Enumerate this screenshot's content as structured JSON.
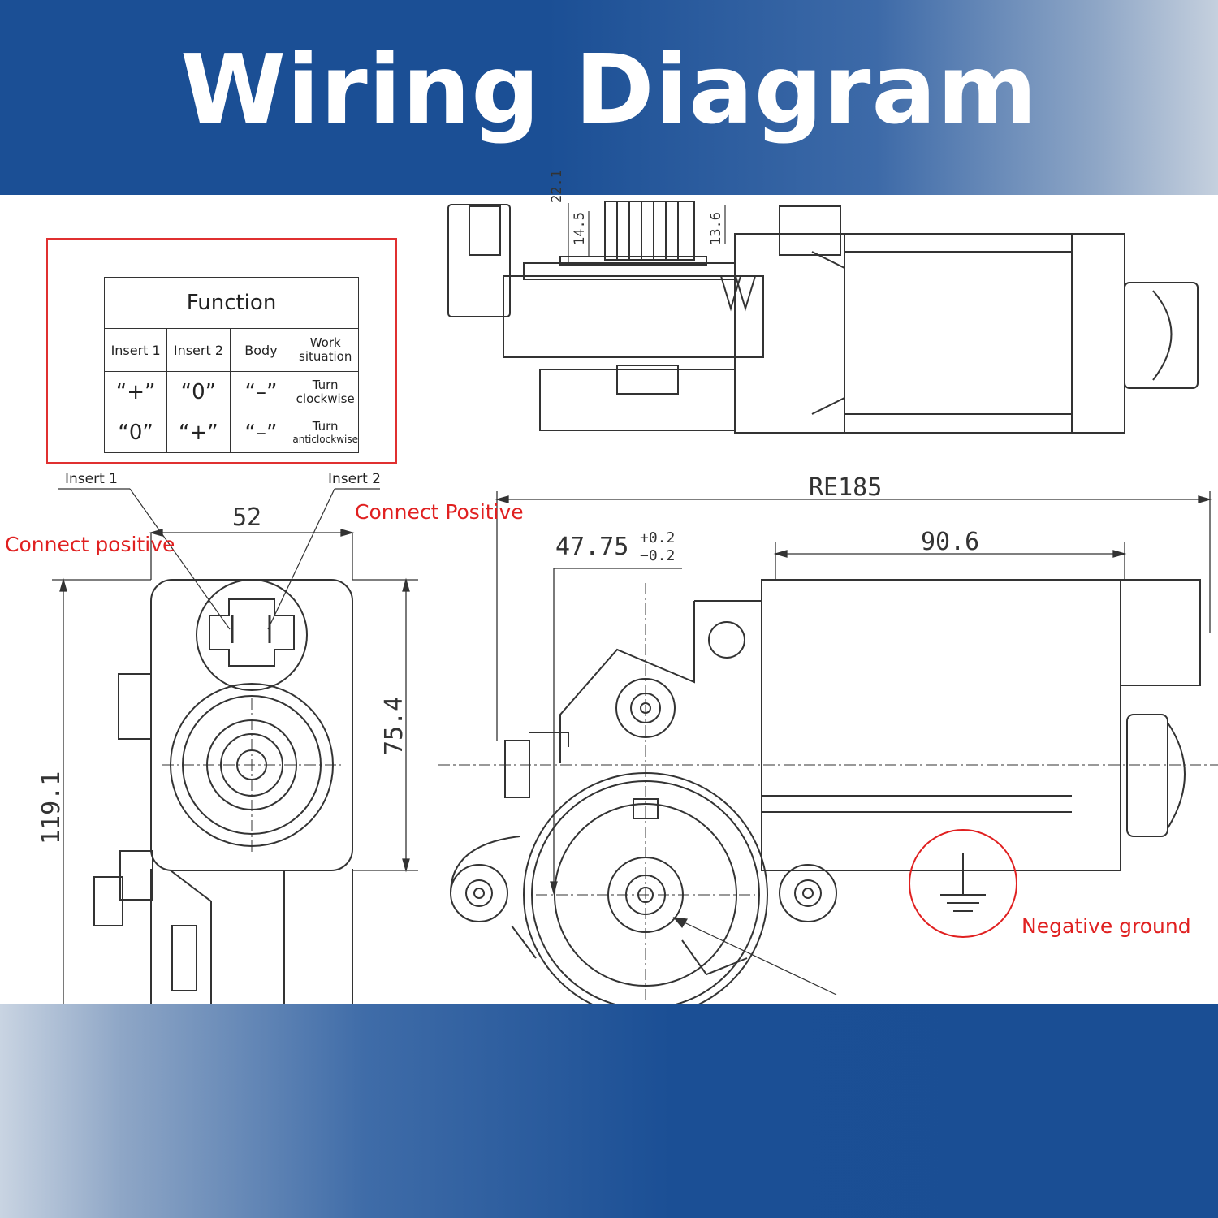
{
  "title": "Wiring Diagram",
  "function_table": {
    "title": "Function",
    "headers": [
      "Insert 1",
      "Insert 2",
      "Body",
      "Work situation"
    ],
    "rows": [
      {
        "insert1": "“+”",
        "insert2": "“0”",
        "body": "“–”",
        "work": "Turn clockwise",
        "work_a": "Turn",
        "work_b": "clockwise"
      },
      {
        "insert1": "“0”",
        "insert2": "“+”",
        "body": "“–”",
        "work": "Turn anticlockwise",
        "work_a": "Turn",
        "work_b": "anticlockwise"
      }
    ],
    "header_work_a": "Work",
    "header_work_b": "situation"
  },
  "labels": {
    "insert1": "Insert 1",
    "insert2": "Insert 2",
    "connect_positive_left": "Connect positive",
    "connect_positive_right": "Connect Positive",
    "negative_ground": "Negative ground"
  },
  "dimensions": {
    "d22_1": "22.1",
    "d14_5": "14.5",
    "d13_6": "13.6",
    "d52": "52",
    "re185": "RE185",
    "d47_75": "47.75",
    "tol_plus": "+0.2",
    "tol_minus": "−0.2",
    "d90_6": "90.6",
    "d75_4": "75.4",
    "d119_1": "119.1"
  },
  "colors": {
    "banner_blue": "#1b4f95",
    "annotation_red": "#e02020",
    "line": "#333333"
  }
}
